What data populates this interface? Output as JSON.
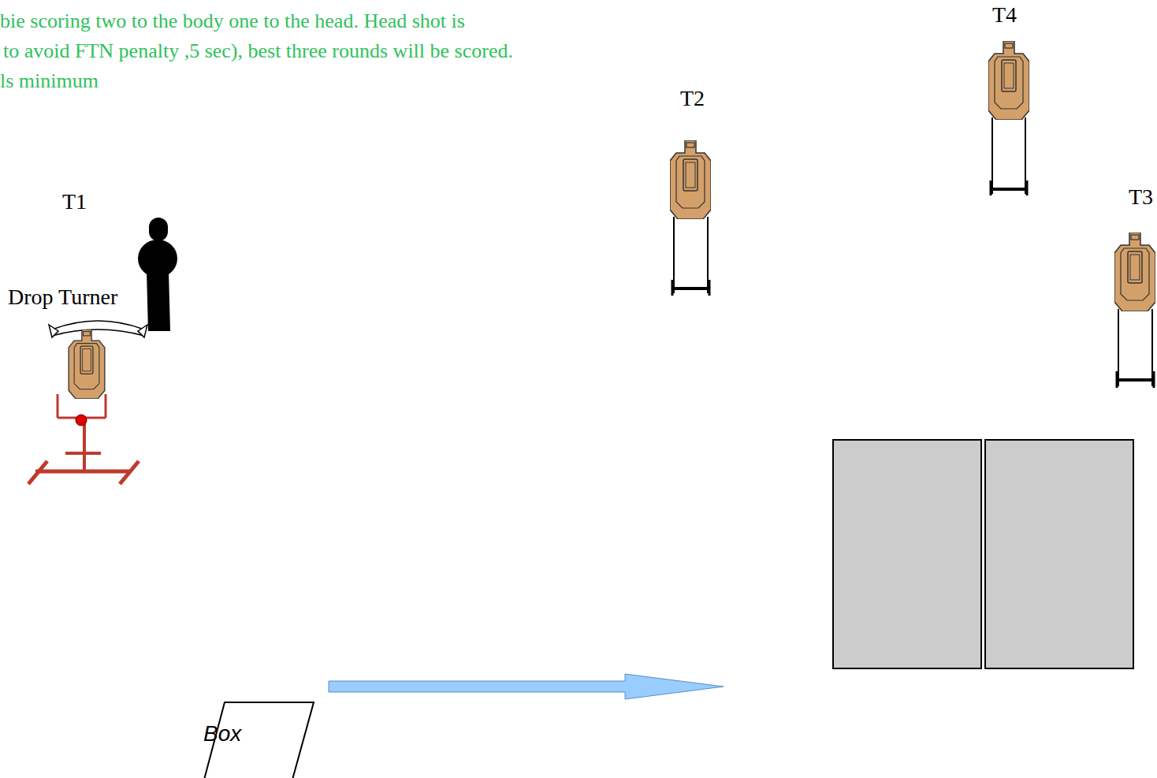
{
  "diagram": {
    "nodes": [
      {
        "text": [
          "Box"
        ]
      }
    ],
    "labels": [
      "bie scoring two to the body one to the head.  Head shot is",
      "to avoid FTN penalty ,5 sec), best three rounds will be scored.",
      "ls minimum",
      "T1",
      "Drop Turner",
      "T2",
      "T4",
      "T3"
    ]
  }
}
